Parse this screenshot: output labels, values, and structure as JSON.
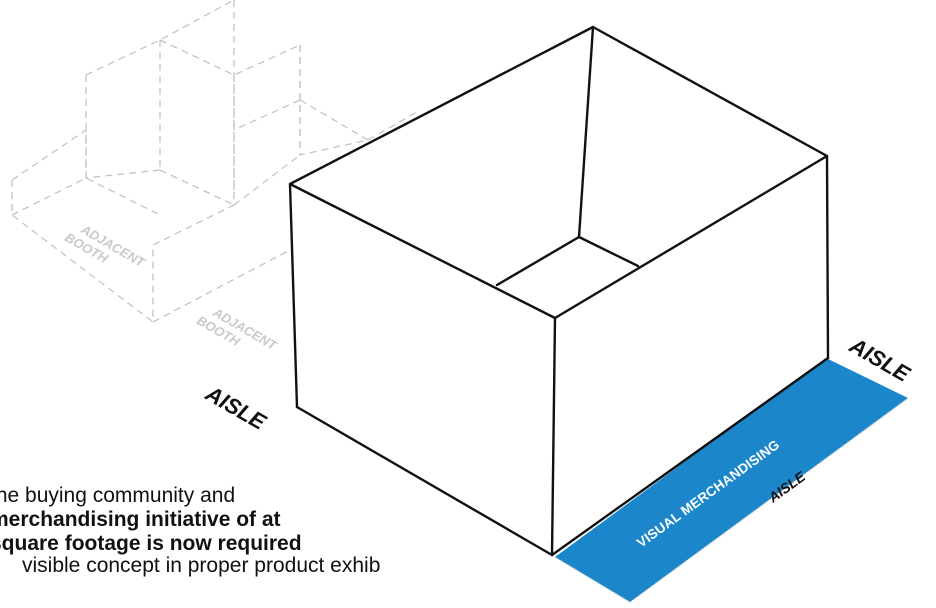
{
  "diagram": {
    "labels": {
      "adjacent_booth_back_line1": "ADJACENT",
      "adjacent_booth_back_line2": "BOOTH",
      "adjacent_booth_front_line1": "ADJACENT",
      "adjacent_booth_front_line2": "BOOTH",
      "aisle_left": "AISLE",
      "aisle_right": "AISLE",
      "aisle_bottom": "AISLE",
      "visual_merchandising": "VISUAL MERCHANDISING"
    },
    "colors": {
      "merch_strip": "#1b86c9",
      "booth_outline": "#111111",
      "adjacent_outline": "#c4c4c4"
    }
  },
  "body_text": {
    "line1": "the buying community and",
    "line2": "merchandising initiative of at",
    "line3": "square footage is now required",
    "line4": "visible concept in proper product exhib"
  }
}
